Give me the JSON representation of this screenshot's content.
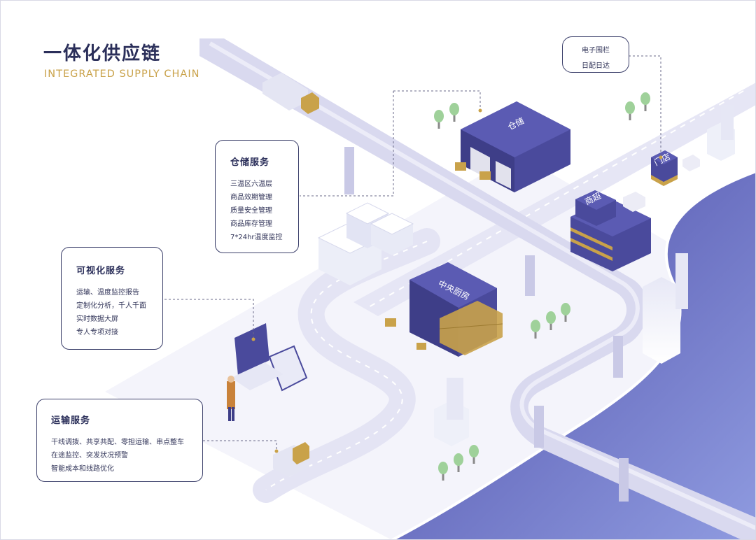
{
  "header": {
    "title": "一体化供应链",
    "subtitle": "INTEGRATED SUPPLY CHAIN"
  },
  "panels": {
    "last_mile": {
      "items": [
        "电子围栏",
        "日配日达"
      ]
    },
    "warehouse": {
      "heading": "仓储服务",
      "items": [
        "三温区六温层",
        "商品效期管理",
        "质量安全管理",
        "商品库存管理",
        "7*24hr温度监控"
      ]
    },
    "visualization": {
      "heading": "可视化服务",
      "items": [
        "运输、温度监控报告",
        "定制化分析，千人千面",
        "实时数据大屏",
        "专人专项对接"
      ]
    },
    "transport": {
      "heading": "运输服务",
      "items": [
        "干线调拨、共享共配、零担运输、串点整车",
        "在途监控、突发状况预警",
        "智能成本和线路优化"
      ]
    }
  },
  "buildings": {
    "warehouse": "仓储",
    "central_kitchen": "中央厨房",
    "store": "门店",
    "supermarket": "商超"
  },
  "colors": {
    "navy": "#4a4a9c",
    "gold": "#c9a24a",
    "road": "#dcdcf0",
    "river": "#5a5aae"
  }
}
